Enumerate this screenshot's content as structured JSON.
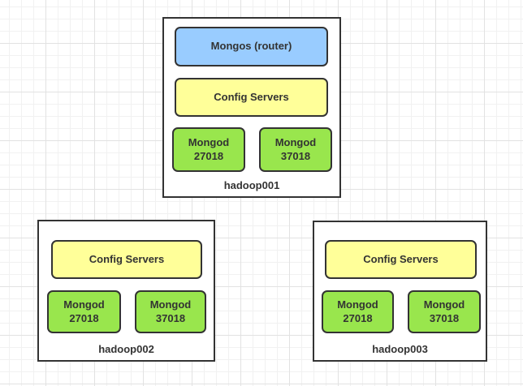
{
  "colors": {
    "canvas-bg": "#FFFFFF",
    "grid-minor": "#F1F1F1",
    "grid-major": "#E2E2E2",
    "node-border": "#333333",
    "text": "#333333",
    "router-fill": "#99CCFF",
    "config-fill": "#FFFF99",
    "mongod-fill": "#99E64D"
  },
  "diagram": {
    "groups": [
      {
        "label": "hadoop001",
        "router": {
          "text": "Mongos (router)"
        },
        "config": {
          "text": "Config Servers"
        },
        "mongods": [
          {
            "line1": "Mongod",
            "line2": "27018"
          },
          {
            "line1": "Mongod",
            "line2": "37018"
          }
        ]
      },
      {
        "label": "hadoop002",
        "config": {
          "text": "Config Servers"
        },
        "mongods": [
          {
            "line1": "Mongod",
            "line2": "27018"
          },
          {
            "line1": "Mongod",
            "line2": "37018"
          }
        ]
      },
      {
        "label": "hadoop003",
        "config": {
          "text": "Config Servers"
        },
        "mongods": [
          {
            "line1": "Mongod",
            "line2": "27018"
          },
          {
            "line1": "Mongod",
            "line2": "37018"
          }
        ]
      }
    ]
  }
}
